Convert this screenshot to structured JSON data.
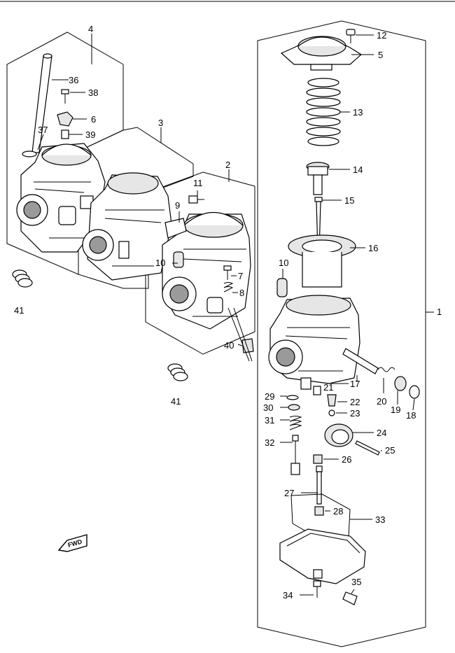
{
  "labels": {
    "p1": "1",
    "p2": "2",
    "p3": "3",
    "p4": "4",
    "p5": "5",
    "p6": "6",
    "p7": "7",
    "p8": "8",
    "p9": "9",
    "p10a": "10",
    "p10b": "10",
    "p11": "11",
    "p12": "12",
    "p13": "13",
    "p14": "14",
    "p15": "15",
    "p16": "16",
    "p17": "17",
    "p18": "18",
    "p19": "19",
    "p20": "20",
    "p21": "21",
    "p22": "22",
    "p23": "23",
    "p24": "24",
    "p25": "25",
    "p26": "26",
    "p27": "27",
    "p28": "28",
    "p29": "29",
    "p30": "30",
    "p31": "31",
    "p32": "32",
    "p33": "33",
    "p34": "34",
    "p35": "35",
    "p36": "36",
    "p37": "37",
    "p38": "38",
    "p39": "39",
    "p40": "40",
    "p41a": "41",
    "p41b": "41"
  },
  "fwd_badge": "FWD",
  "colors": {
    "line": "#000000",
    "background": "#ffffff",
    "shade": "#9a9a9a",
    "light_shade": "#e6e6e6"
  }
}
